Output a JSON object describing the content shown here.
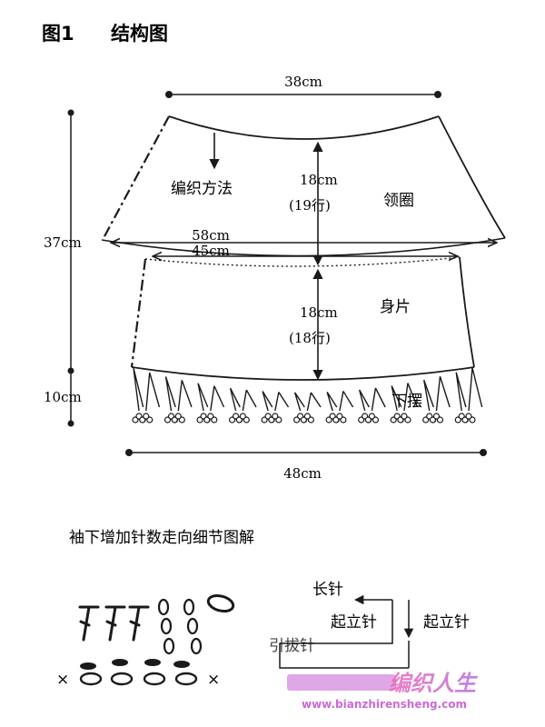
{
  "header": {
    "figure_no": "图1",
    "figure_title": "结构图"
  },
  "dims": {
    "top_width": "38cm",
    "total_height": "37cm",
    "hem_height": "10cm",
    "outer_width": "58cm",
    "inner_width": "45cm",
    "bottom_width": "48cm",
    "collar_depth": "18cm",
    "collar_rows": "(19行)",
    "body_depth": "18cm",
    "body_rows": "(18行)"
  },
  "parts": {
    "knit_method": "编织方法",
    "collar": "领圈",
    "body": "身片",
    "hem": "下摆"
  },
  "detail": {
    "title": "袖下增加针数走向细节图解",
    "long_stitch": "长针",
    "turning_chain_1": "起立针",
    "turning_chain_2": "起立针",
    "partial_label": "引拔针",
    "x_mark_1": "×",
    "x_mark_2": "×"
  },
  "watermark": {
    "brand": "编织人生",
    "url": "www.bianzhirensheng.com"
  }
}
